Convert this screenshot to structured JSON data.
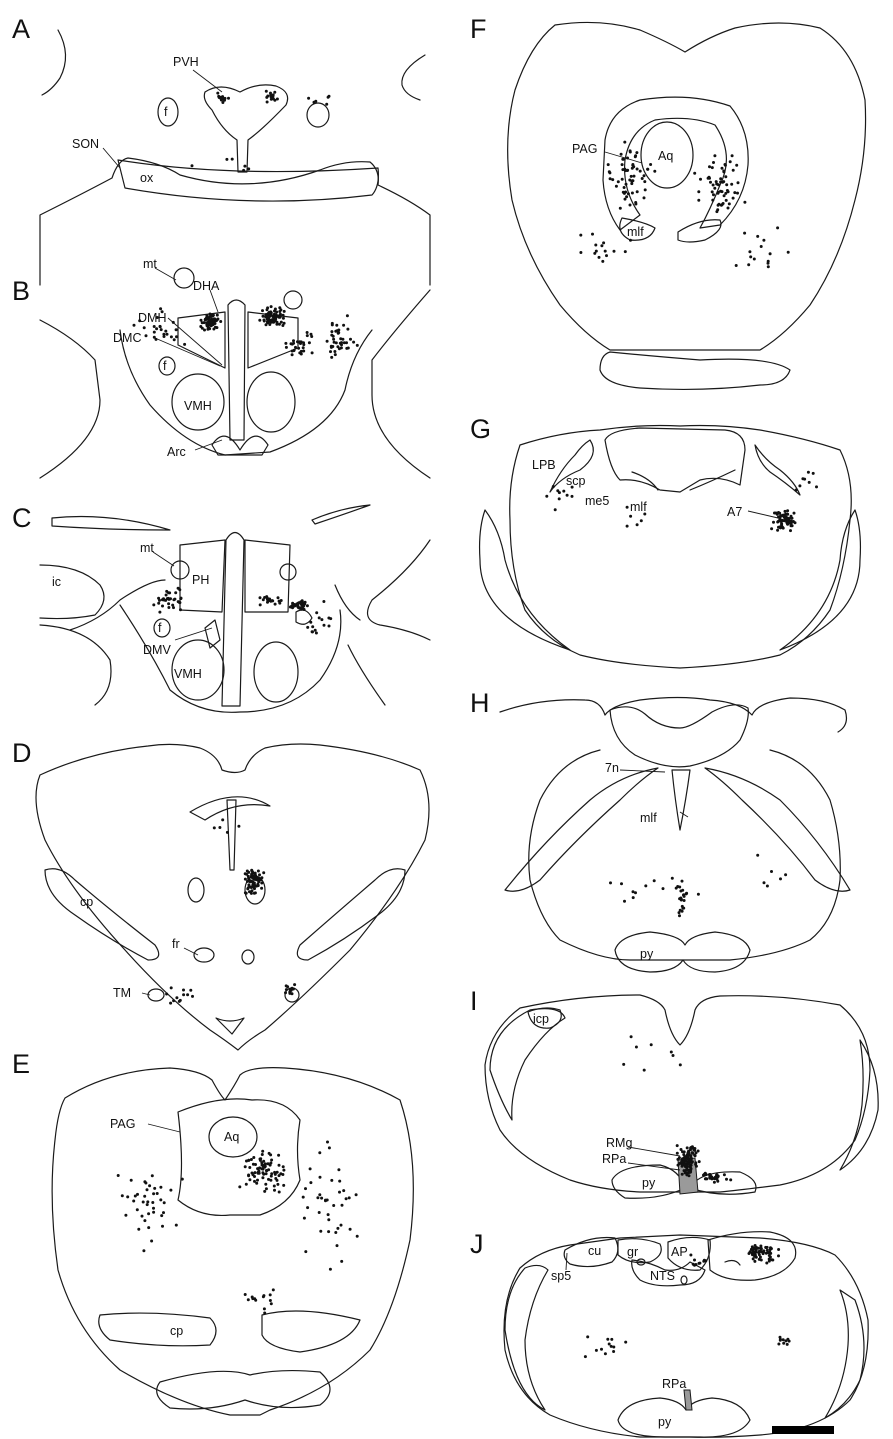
{
  "panels": [
    {
      "letter": "A",
      "labels": [
        "PVH",
        "f",
        "SON",
        "ox"
      ]
    },
    {
      "letter": "B",
      "labels": [
        "mt",
        "DHA",
        "DMH",
        "DMC",
        "f",
        "VMH",
        "Arc"
      ]
    },
    {
      "letter": "C",
      "labels": [
        "mt",
        "PH",
        "ic",
        "f",
        "DMV",
        "VMH"
      ]
    },
    {
      "letter": "D",
      "labels": [
        "cp",
        "fr",
        "TM"
      ]
    },
    {
      "letter": "E",
      "labels": [
        "PAG",
        "Aq",
        "cp"
      ]
    },
    {
      "letter": "F",
      "labels": [
        "PAG",
        "Aq",
        "mlf"
      ]
    },
    {
      "letter": "G",
      "labels": [
        "LPB",
        "scp",
        "me5",
        "mlf",
        "A7"
      ]
    },
    {
      "letter": "H",
      "labels": [
        "7n",
        "mlf",
        "py"
      ]
    },
    {
      "letter": "I",
      "labels": [
        "icp",
        "RMg",
        "RPa",
        "py"
      ]
    },
    {
      "letter": "J",
      "labels": [
        "cu",
        "gr",
        "AP",
        "NTS",
        "sp5",
        "RPa",
        "py"
      ]
    }
  ],
  "colors": {
    "line": "#1a1a1a",
    "dot": "#111111",
    "shade": "#9a9a9a"
  },
  "scale_bar": "scale-bar"
}
